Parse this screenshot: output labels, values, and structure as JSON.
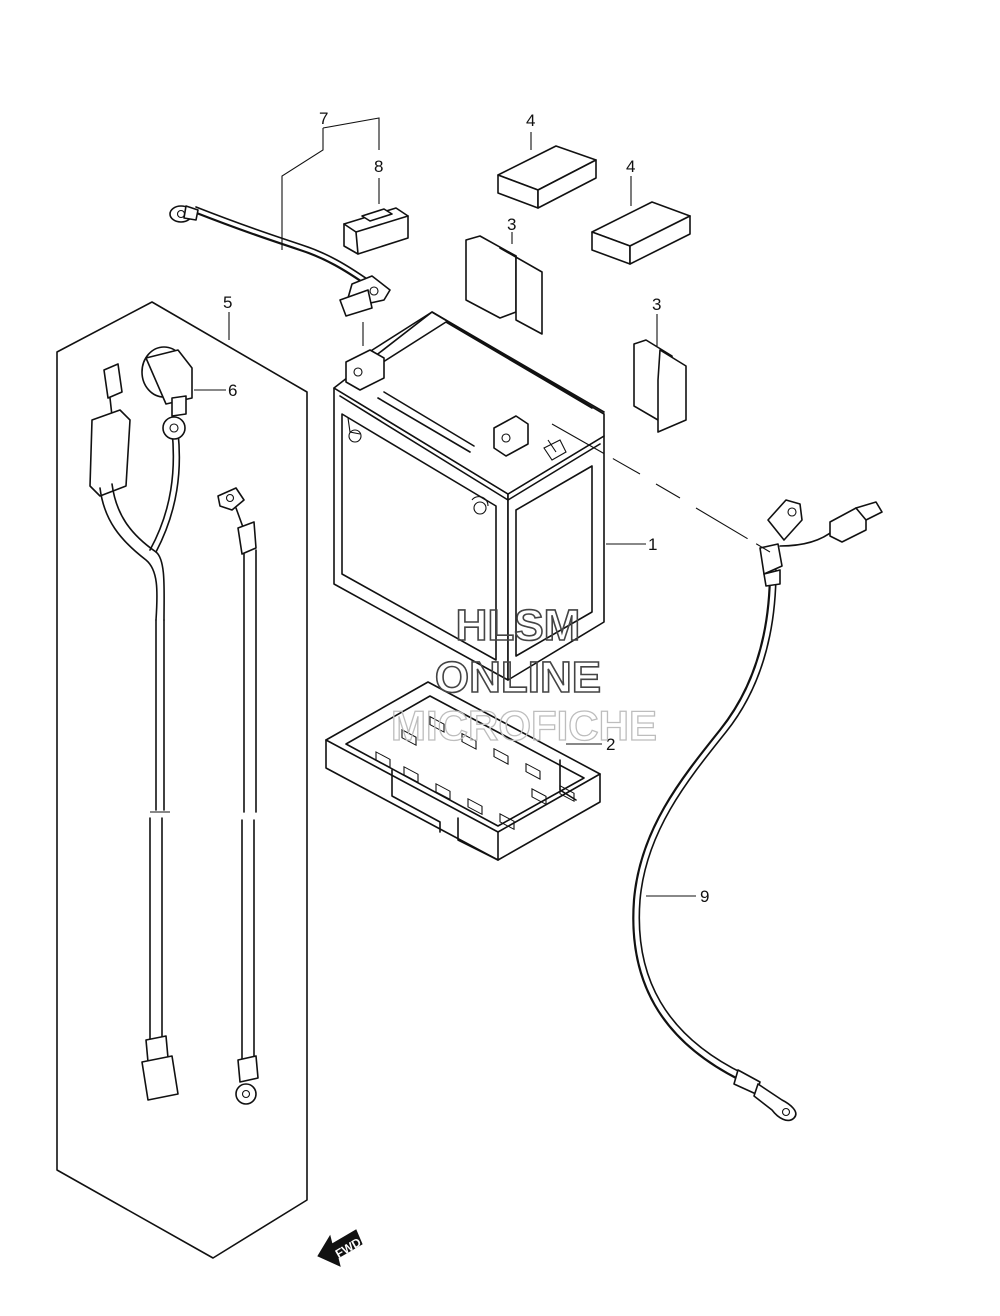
{
  "callouts": {
    "c1": "1",
    "c2": "2",
    "c3a": "3",
    "c3b": "3",
    "c4a": "4",
    "c4b": "4",
    "c5": "5",
    "c6": "6",
    "c7": "7",
    "c8": "8",
    "c9": "9"
  },
  "watermark": {
    "line1": "HLSM",
    "line2": "ONLINE",
    "line3": "MICROFICHE"
  },
  "direction_arrow": {
    "label": "FWD",
    "icon": "forward-arrow-icon"
  }
}
